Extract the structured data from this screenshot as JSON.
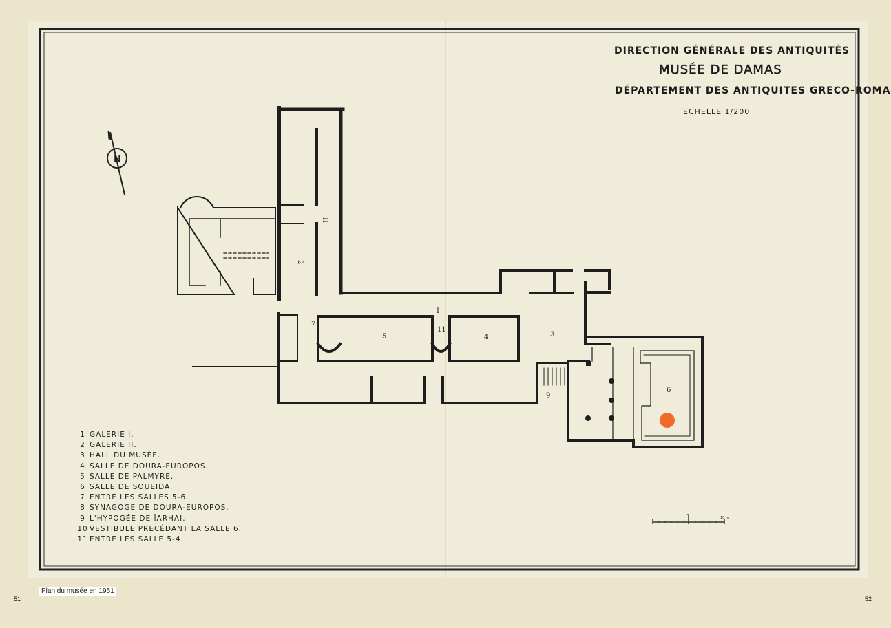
{
  "header": {
    "line1": "DIRECTION GÉNÉRALE DES ANTIQUITÉS",
    "line2": "MUSÉE DE DAMAS",
    "line3": "DÉPARTEMENT DES ANTIQUITES GRECO-ROMAINES",
    "scale": "ECHELLE  1/200"
  },
  "compass": {
    "label": "N"
  },
  "room_labels": {
    "r2": "2",
    "gII": "II",
    "gI": "I",
    "r7": "7",
    "r5": "5",
    "r11": "11",
    "r4": "4",
    "r3": "3",
    "r9": "9",
    "r6": "6"
  },
  "scale_bar": {
    "mid": "1",
    "end": "10 m"
  },
  "legend": [
    {
      "num": "1",
      "text": "GALERIE I."
    },
    {
      "num": "2",
      "text": "GALERIE II."
    },
    {
      "num": "3",
      "text": "HALL DU MUSÉE."
    },
    {
      "num": "4",
      "text": "SALLE DE DOURA-EUROPOS."
    },
    {
      "num": "5",
      "text": "SALLE DE PALMYRE."
    },
    {
      "num": "6",
      "text": "SALLE DE SOUEIDA."
    },
    {
      "num": "7",
      "text": "ENTRE LES SALLES 5-6."
    },
    {
      "num": "8",
      "text": "SYNAGOGE DE DOURA-EUROPOS."
    },
    {
      "num": "9",
      "text": "L'HYPOGÉE DE ÏARHAI."
    },
    {
      "num": "10",
      "text": "VESTIBULE PRECÉDANT LA SALLE 6."
    },
    {
      "num": "11",
      "text": "ENTRE LES SALLE  5-4."
    }
  ],
  "caption": "Plan du musée en 1951",
  "page_left": "51",
  "page_right": "52",
  "colors": {
    "paper": "#efecd9",
    "ink": "#1e1e1e",
    "marker": "#f06a2a"
  }
}
